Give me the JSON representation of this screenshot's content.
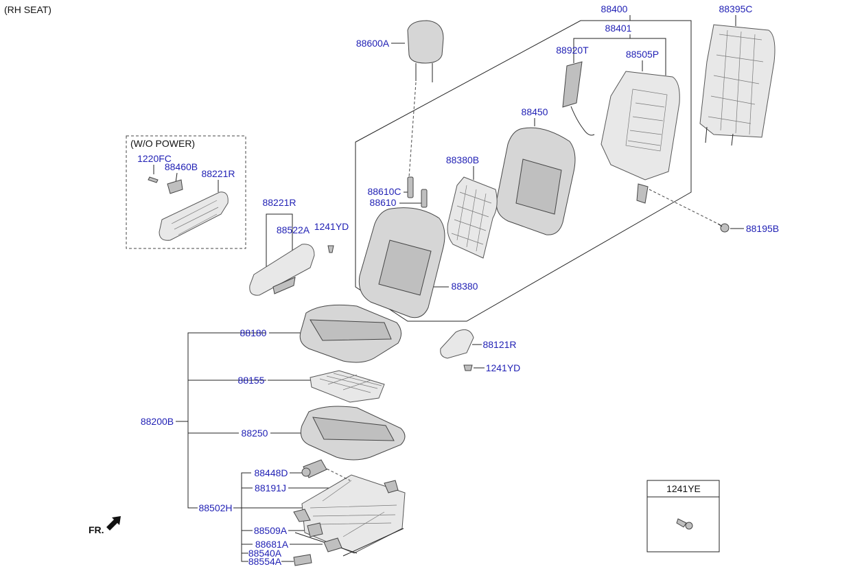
{
  "header": {
    "title": "(RH SEAT)"
  },
  "inset": {
    "title": "(W/O POWER)"
  },
  "direction": {
    "label": "FR."
  },
  "legend_box": {
    "part_number": "1241YE"
  },
  "parts": {
    "p88400": "88400",
    "p88401": "88401",
    "p88395C": "88395C",
    "p88920T": "88920T",
    "p88505P": "88505P",
    "p88600A": "88600A",
    "p88450": "88450",
    "p88380B": "88380B",
    "p88610C": "88610C",
    "p88610": "88610",
    "p88380": "88380",
    "p88195B": "88195B",
    "p1220FC": "1220FC",
    "p88460B": "88460B",
    "p88221R_inset": "88221R",
    "p88221R": "88221R",
    "p88522A": "88522A",
    "p1241YD_a": "1241YD",
    "p88180": "88180",
    "p88121R": "88121R",
    "p1241YD_b": "1241YD",
    "p88155": "88155",
    "p88200B": "88200B",
    "p88250": "88250",
    "p88448D": "88448D",
    "p88191J": "88191J",
    "p88502H": "88502H",
    "p88509A": "88509A",
    "p88681A": "88681A",
    "p88540A": "88540A",
    "p88554A": "88554A"
  }
}
